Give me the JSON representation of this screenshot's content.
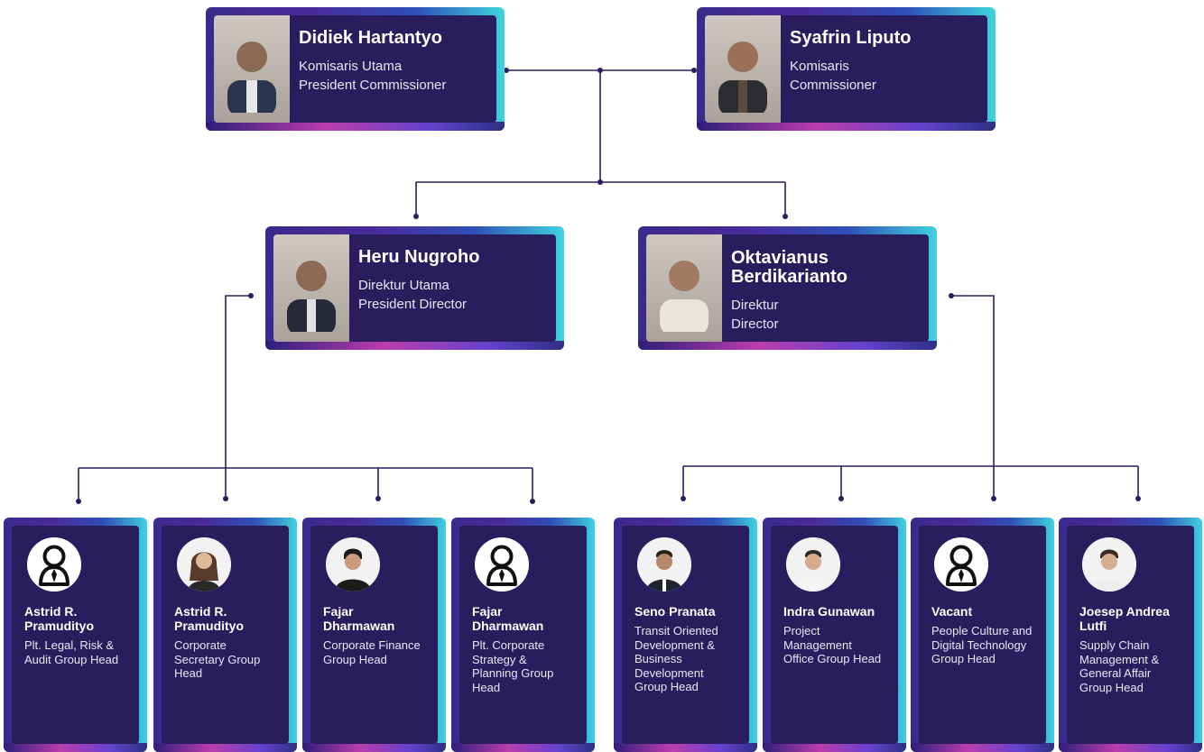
{
  "board": [
    {
      "name": "Didiek Hartantyo",
      "title_id": "Komisaris Utama",
      "title_en": "President Commissioner",
      "photo": "person-photo"
    },
    {
      "name": "Syafrin Liputo",
      "title_id": "Komisaris",
      "title_en": "Commissioner",
      "photo": "person-photo"
    }
  ],
  "directors": [
    {
      "name": "Heru Nugroho",
      "title_id": "Direktur Utama",
      "title_en": "President Director",
      "photo": "person-photo"
    },
    {
      "name": "Oktavianus Berdikarianto",
      "title_id": "Direktur",
      "title_en": "Director",
      "photo": "person-photo"
    }
  ],
  "heads": [
    {
      "name": "Astrid R. Pramudityo",
      "role": "Plt. Legal, Risk & Audit Group Head",
      "icon": "placeholder-person-icon"
    },
    {
      "name": "Astrid R. Pramudityo",
      "role": "Corporate Secretary Group Head",
      "icon": "person-photo"
    },
    {
      "name": "Fajar Dharmawan",
      "role": "Corporate Finance Group Head",
      "icon": "person-photo"
    },
    {
      "name": "Fajar Dharmawan",
      "role": "Plt. Corporate Strategy & Planning Group Head",
      "icon": "placeholder-person-icon"
    },
    {
      "name": "Seno Pranata",
      "role": "Transit Oriented Development & Business Development Group Head",
      "icon": "person-photo"
    },
    {
      "name": "Indra Gunawan",
      "role": "Project Management Office Group Head",
      "icon": "person-photo"
    },
    {
      "name": "Vacant",
      "role": "People Culture and Digital Technology Group Head",
      "icon": "placeholder-person-icon"
    },
    {
      "name": "Joesep Andrea Lutfi",
      "role": "Supply Chain Management & General Affair Group Head",
      "icon": "person-photo"
    }
  ],
  "colors": {
    "card_inner": "#2a1d5e",
    "connector": "#2a1d5e",
    "accent_cyan": "#3fd2e0",
    "accent_magenta": "#c83fae"
  }
}
